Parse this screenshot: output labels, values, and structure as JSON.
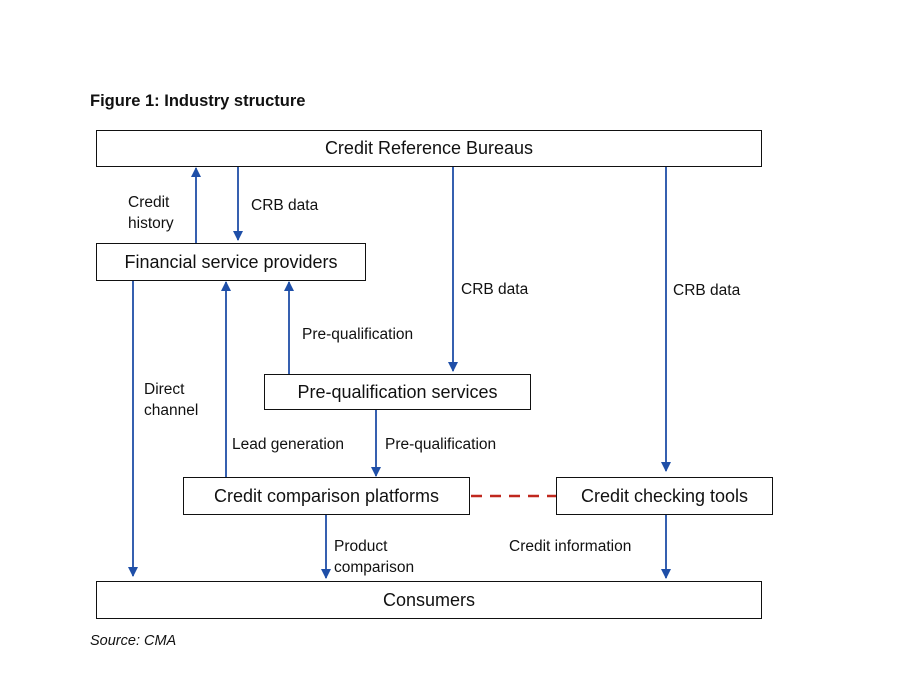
{
  "figure": {
    "title": "Figure 1: Industry structure",
    "source": "Source: CMA"
  },
  "nodes": {
    "crb": "Credit Reference Bureaus",
    "fsp": "Financial service providers",
    "pqs": "Pre-qualification services",
    "ccp": "Credit comparison platforms",
    "cct": "Credit checking tools",
    "consumers": "Consumers"
  },
  "edges": {
    "credit_history": [
      "Credit",
      "history"
    ],
    "crb_data_fsp": "CRB data",
    "crb_data_pqs": "CRB data",
    "crb_data_cct": "CRB data",
    "prequal_to_fsp": "Pre-qualification",
    "direct_channel": [
      "Direct",
      "channel"
    ],
    "lead_generation": "Lead generation",
    "prequal_to_ccp": "Pre-qualification",
    "product_comparison": [
      "Product",
      "comparison"
    ],
    "credit_information": "Credit information"
  },
  "colors": {
    "arrow": "#1f4fa8",
    "dashed_link": "#c0281e",
    "border": "#111111"
  }
}
